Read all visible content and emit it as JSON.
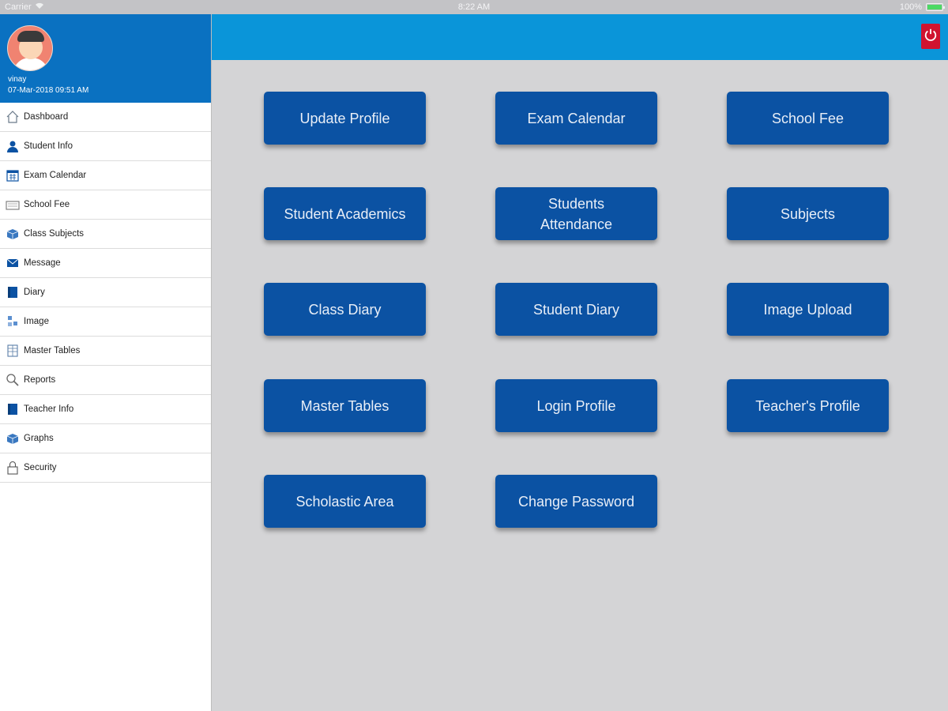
{
  "status_bar": {
    "carrier": "Carrier",
    "time": "8:22 AM",
    "battery": "100%",
    "battery_level": 1.0
  },
  "profile": {
    "name": "vinay",
    "datetime": "07-Mar-2018 09:51 AM"
  },
  "sidebar": {
    "items": [
      {
        "label": "Dashboard",
        "icon": "home-icon"
      },
      {
        "label": "Student Info",
        "icon": "user-icon"
      },
      {
        "label": "Exam Calendar",
        "icon": "calendar-icon"
      },
      {
        "label": "School Fee",
        "icon": "fee-icon"
      },
      {
        "label": "Class Subjects",
        "icon": "box-icon"
      },
      {
        "label": "Message",
        "icon": "envelope-icon"
      },
      {
        "label": "Diary",
        "icon": "book-icon"
      },
      {
        "label": "Image",
        "icon": "image-icon"
      },
      {
        "label": "Master Tables",
        "icon": "table-icon"
      },
      {
        "label": "Reports",
        "icon": "magnifier-icon"
      },
      {
        "label": "Teacher Info",
        "icon": "book-icon"
      },
      {
        "label": "Graphs",
        "icon": "box-icon"
      },
      {
        "label": "Security",
        "icon": "lock-icon"
      }
    ]
  },
  "topbar": {
    "power_icon": "power-icon",
    "power_color": "#d0132f"
  },
  "tiles": [
    {
      "label": "Update Profile"
    },
    {
      "label": "Exam Calendar"
    },
    {
      "label": "School Fee"
    },
    {
      "label": "Student Academics"
    },
    {
      "label": "Students Attendance"
    },
    {
      "label": "Subjects"
    },
    {
      "label": "Class Diary"
    },
    {
      "label": "Student Diary"
    },
    {
      "label": "Image Upload"
    },
    {
      "label": "Master Tables"
    },
    {
      "label": "Login Profile"
    },
    {
      "label": "Teacher's Profile"
    },
    {
      "label": "Scholastic Area"
    },
    {
      "label": "Change Password"
    }
  ],
  "colors": {
    "sidebar_header": "#0a71c1",
    "topbar": "#0a95d9",
    "tile": "#0b52a3",
    "background": "#d4d4d6"
  }
}
